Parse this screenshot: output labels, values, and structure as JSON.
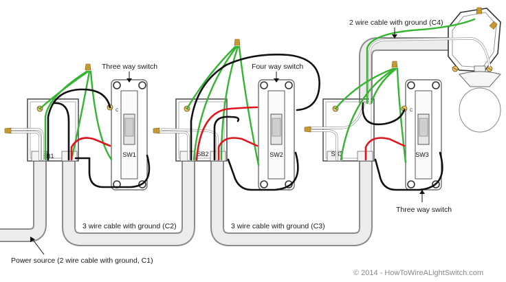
{
  "labels": {
    "three_way_switch_top": "Three way switch",
    "four_way_switch": "Four way switch",
    "cable_c4": "2 wire cable with ground (C4)",
    "cable_c2": "3 wire cable with ground (C2)",
    "cable_c3": "3 wire cable with ground (C3)",
    "three_way_switch_bottom": "Three way switch",
    "power_source": "Power source (2 wire cable with ground, C1)",
    "copyright": "© 2014 - HowToWireALightSwitch.com"
  },
  "boxes": {
    "sb1": "SB1",
    "sb2": "SB2",
    "sb3": "SB3"
  },
  "switches": {
    "sw1": "SW1",
    "sw2": "SW2",
    "sw3": "SW3",
    "terminal_c": "C"
  },
  "colors": {
    "conduit_fill": "#ececec",
    "conduit_outline": "#8c8c8c",
    "hot_wire": "#111111",
    "traveler_wire": "#e0141c",
    "ground_wire": "#35b432",
    "neutral_wire": "#ffffff",
    "wire_nut": "#d8a93b"
  }
}
